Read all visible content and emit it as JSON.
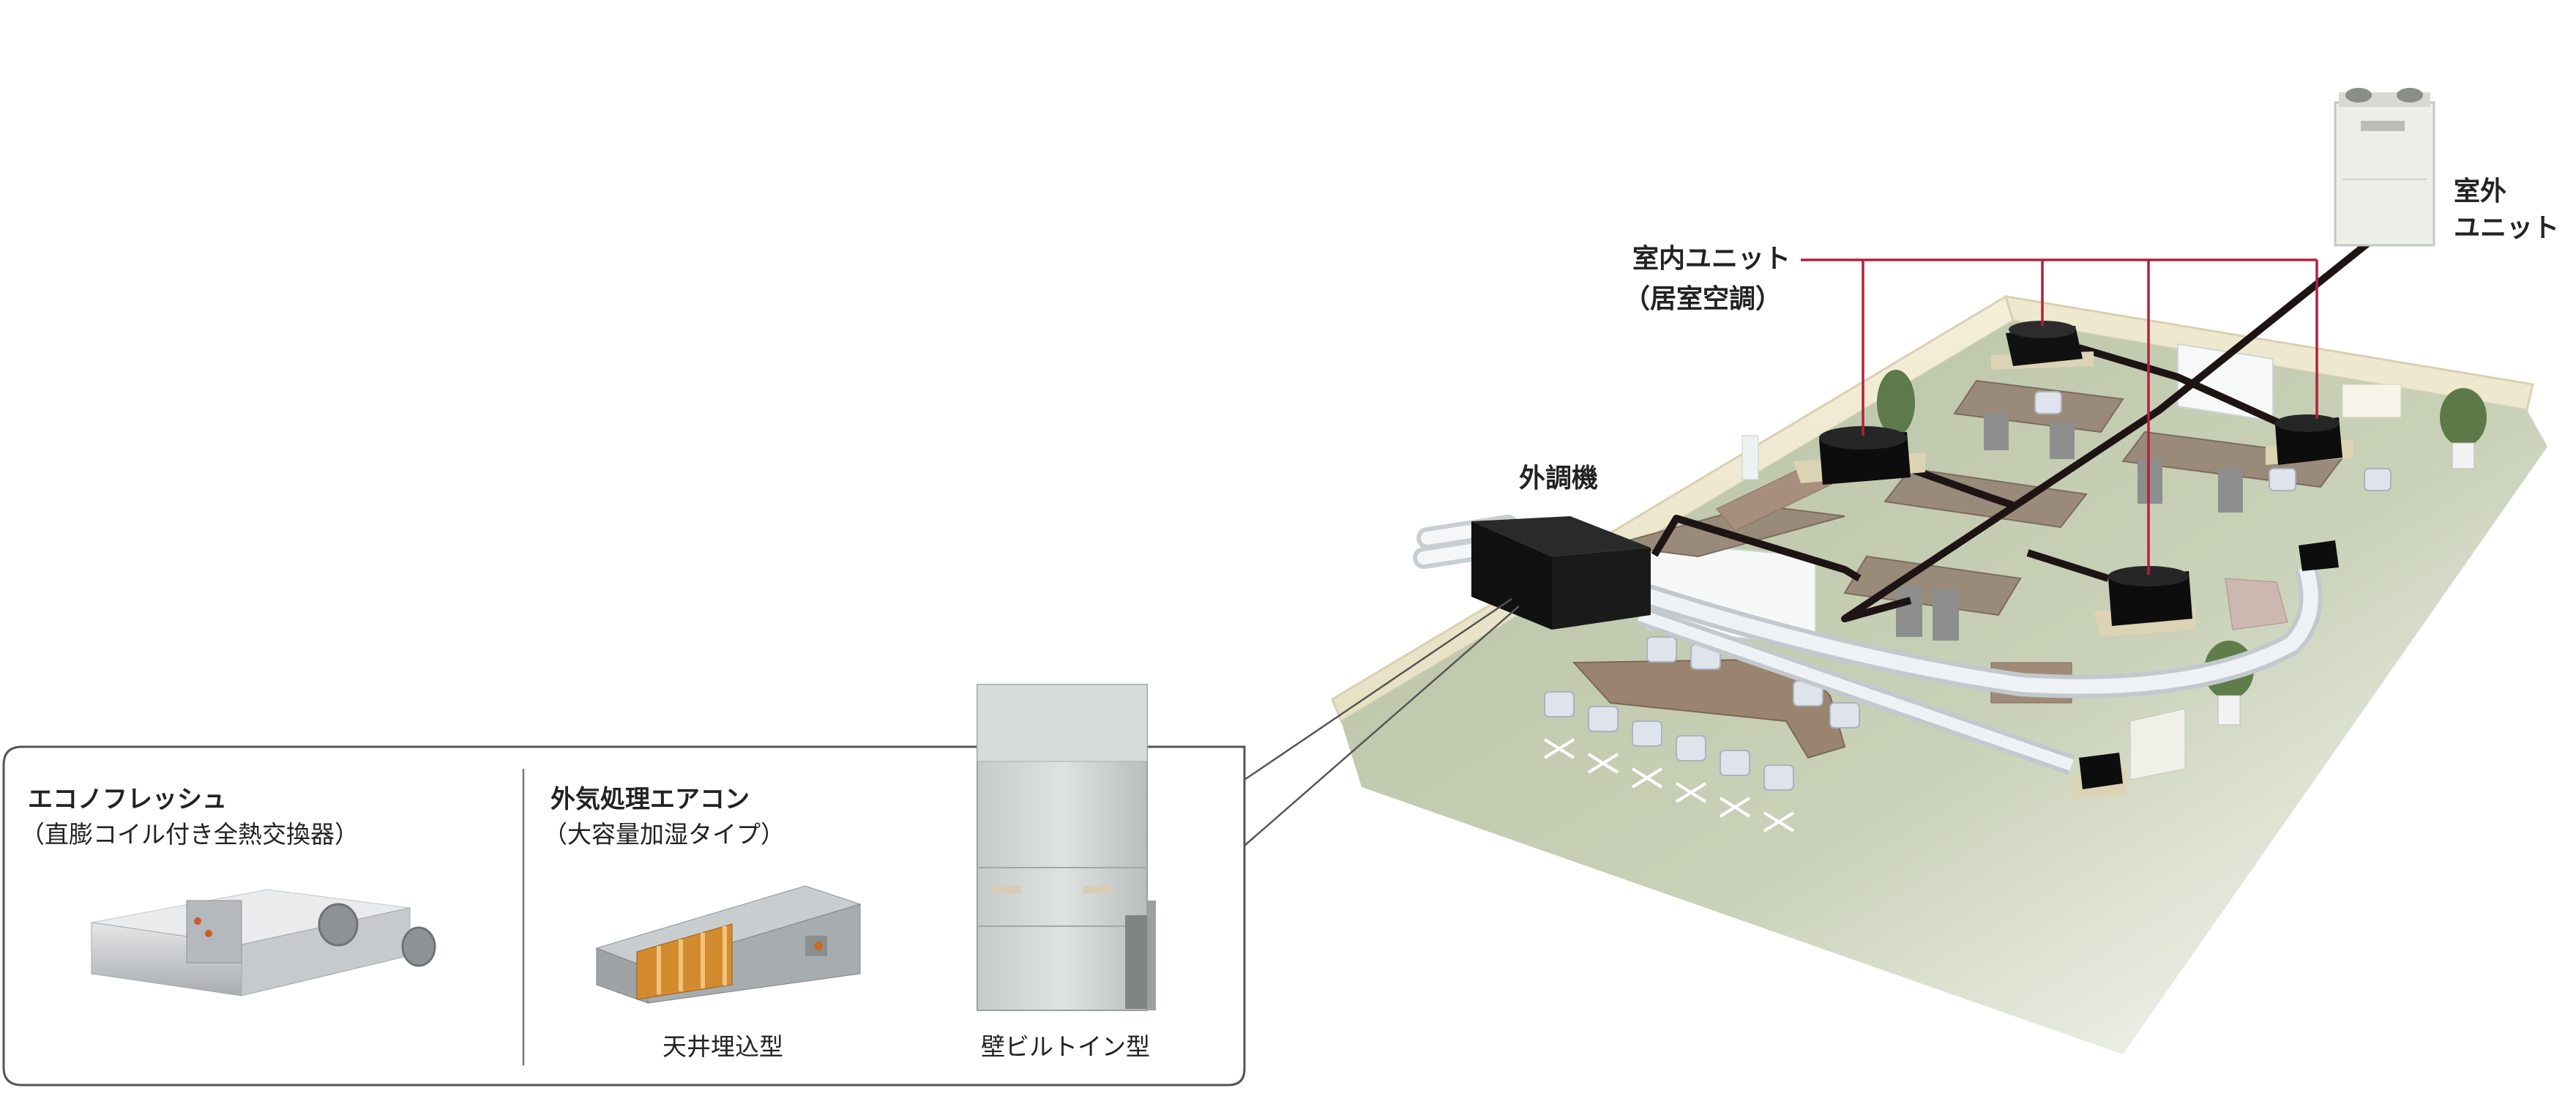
{
  "labels": {
    "outdoor_unit_line1": "室外",
    "outdoor_unit_line2": "ユニット",
    "indoor_unit_line1": "室内ユニット",
    "indoor_unit_line2": "（居室空調）",
    "outdoor_air_unit": "外調機"
  },
  "callout": {
    "eco_title": "エコノフレッシュ",
    "eco_subtitle": "（直膨コイル付き全熱交換器）",
    "doas_title": "外気処理エアコン",
    "doas_subtitle": "（大容量加湿タイプ）",
    "ceiling_type": "天井埋込型",
    "wall_type": "壁ビルトイン型"
  },
  "colors": {
    "floor": "#c6cfb4",
    "leader_line": "#b0223a",
    "pipe": "#1e1414",
    "duct": "#e6eaec",
    "unit": "#111111"
  }
}
